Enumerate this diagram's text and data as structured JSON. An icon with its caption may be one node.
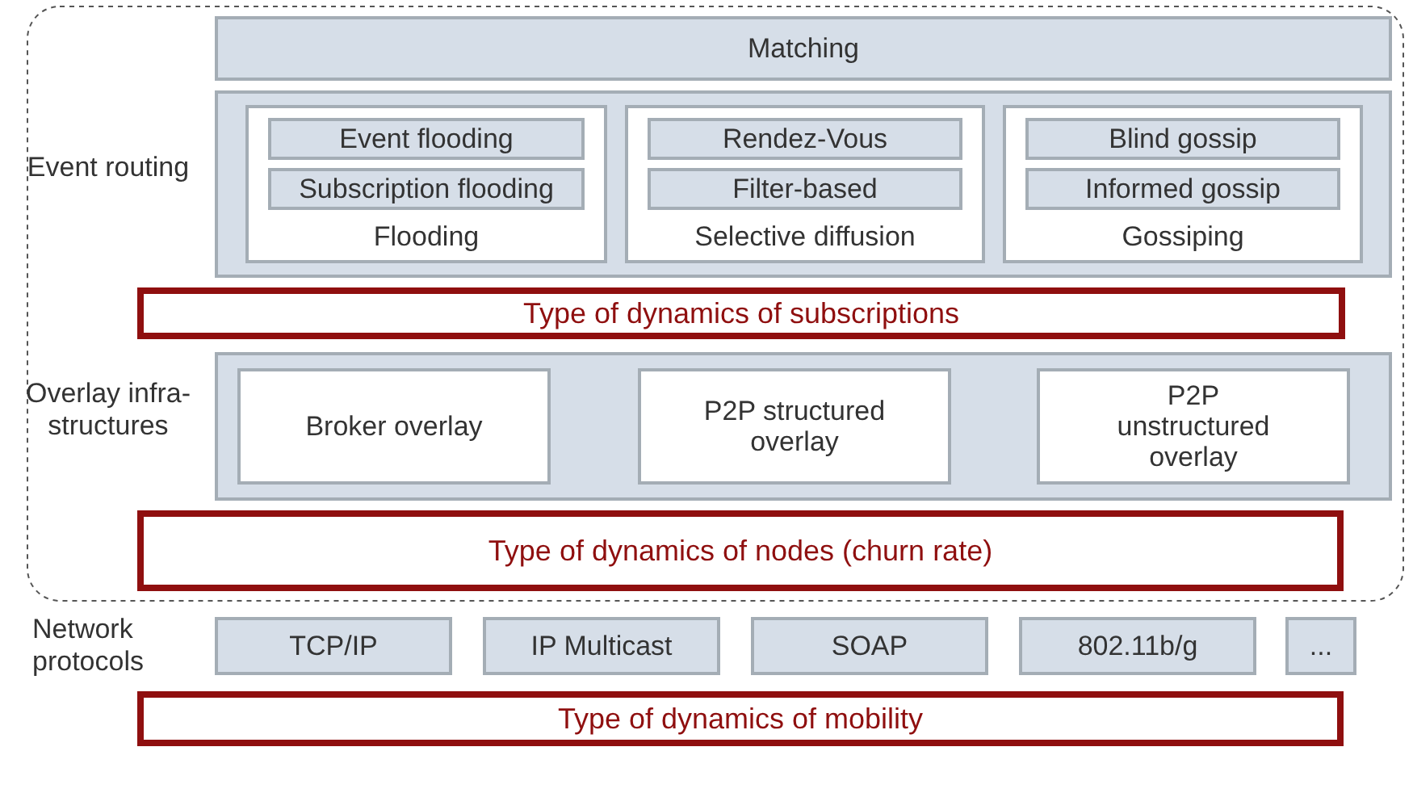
{
  "diagram": {
    "nodes": [
      {
        "text": [
          "Matching"
        ]
      },
      {
        "text": [
          "Event routing"
        ]
      },
      {
        "text": [
          "Flooding"
        ],
        "in": 1
      },
      {
        "text": [
          "Event flooding"
        ],
        "in": 2
      },
      {
        "text": [
          "Subscription flooding"
        ],
        "in": 2
      },
      {
        "text": [
          "Selective diffusion"
        ],
        "in": 1
      },
      {
        "text": [
          "Rendez-Vous"
        ],
        "in": 5
      },
      {
        "text": [
          "Filter-based"
        ],
        "in": 5
      },
      {
        "text": [
          "Gossiping"
        ],
        "in": 1
      },
      {
        "text": [
          "Blind gossip"
        ],
        "in": 8
      },
      {
        "text": [
          "Informed gossip"
        ],
        "in": 8
      },
      {
        "text": [
          "Overlay infra-structures"
        ]
      },
      {
        "text": [
          "Broker overlay"
        ],
        "in": 11
      },
      {
        "text": [
          "P2P structured overlay"
        ],
        "in": 11
      },
      {
        "text": [
          "P2P unstructured overlay"
        ],
        "in": 11
      },
      {
        "text": [
          "TCP/IP"
        ]
      },
      {
        "text": [
          "IP Multicast"
        ]
      },
      {
        "text": [
          "SOAP"
        ]
      },
      {
        "text": [
          "802.11b/g"
        ]
      },
      {
        "text": [
          "..."
        ]
      },
      {
        "text": [
          "Type of dynamics of subscriptions"
        ]
      },
      {
        "text": [
          "Type of dynamics of nodes (churn rate)"
        ]
      },
      {
        "text": [
          "Type of dynamics of mobility"
        ]
      }
    ],
    "labels": [
      "Network protocols"
    ]
  }
}
